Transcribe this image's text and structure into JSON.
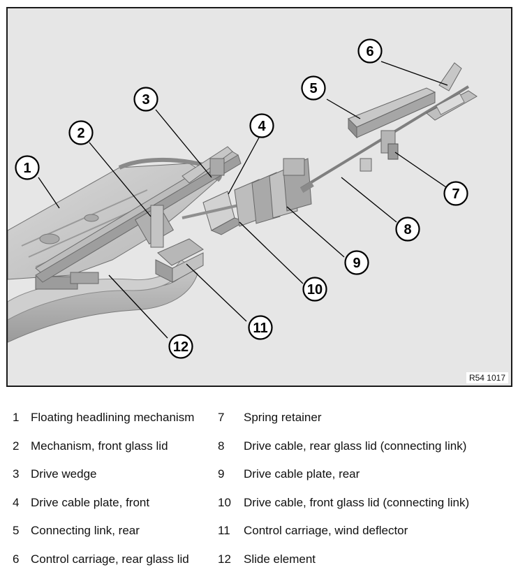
{
  "figure": {
    "reference": "R54 1017",
    "callouts": [
      "1",
      "2",
      "3",
      "4",
      "5",
      "6",
      "7",
      "8",
      "9",
      "10",
      "11",
      "12"
    ]
  },
  "legend": {
    "left_column": [
      {
        "num": "1",
        "text": "Floating headlining mechanism"
      },
      {
        "num": "2",
        "text": "Mechanism, front glass lid"
      },
      {
        "num": "3",
        "text": "Drive wedge"
      },
      {
        "num": "4",
        "text": "Drive cable plate, front"
      },
      {
        "num": "5",
        "text": "Connecting link, rear"
      },
      {
        "num": "6",
        "text": "Control carriage, rear glass lid"
      }
    ],
    "right_column": [
      {
        "num": "7",
        "text": "Spring retainer"
      },
      {
        "num": "8",
        "text": "Drive cable, rear glass lid (connecting link)"
      },
      {
        "num": "9",
        "text": "Drive cable plate, rear"
      },
      {
        "num": "10",
        "text": "Drive cable, front glass lid (connecting link)"
      },
      {
        "num": "11",
        "text": "Control carriage, wind deflector"
      },
      {
        "num": "12",
        "text": "Slide element"
      }
    ]
  },
  "colors": {
    "background": "#e6e6e6",
    "part_light": "#d2d2d2",
    "part_mid": "#b9b9b9",
    "part_dark": "#8e8e8e",
    "outline": "#6a6a6a",
    "callout": "#000000"
  }
}
